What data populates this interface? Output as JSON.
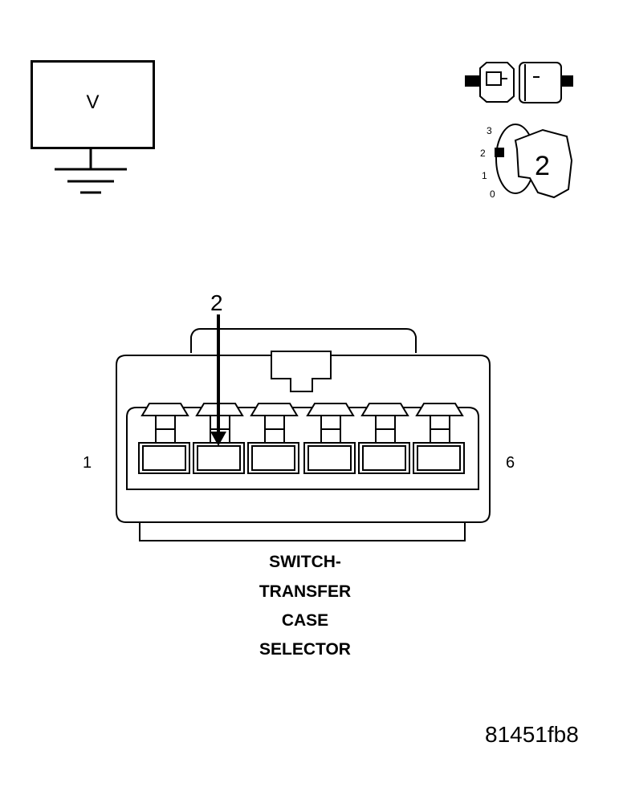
{
  "voltmeter": {
    "label": "V"
  },
  "ignition": {
    "key_position": "2",
    "dial_marks": [
      "3",
      "2",
      "1",
      "0"
    ]
  },
  "connector": {
    "pointer_pin": "2",
    "pin_first": "1",
    "pin_last": "6",
    "caption_lines": [
      "SWITCH-",
      "TRANSFER",
      "CASE",
      "SELECTOR"
    ]
  },
  "figure_id": "81451fb8"
}
